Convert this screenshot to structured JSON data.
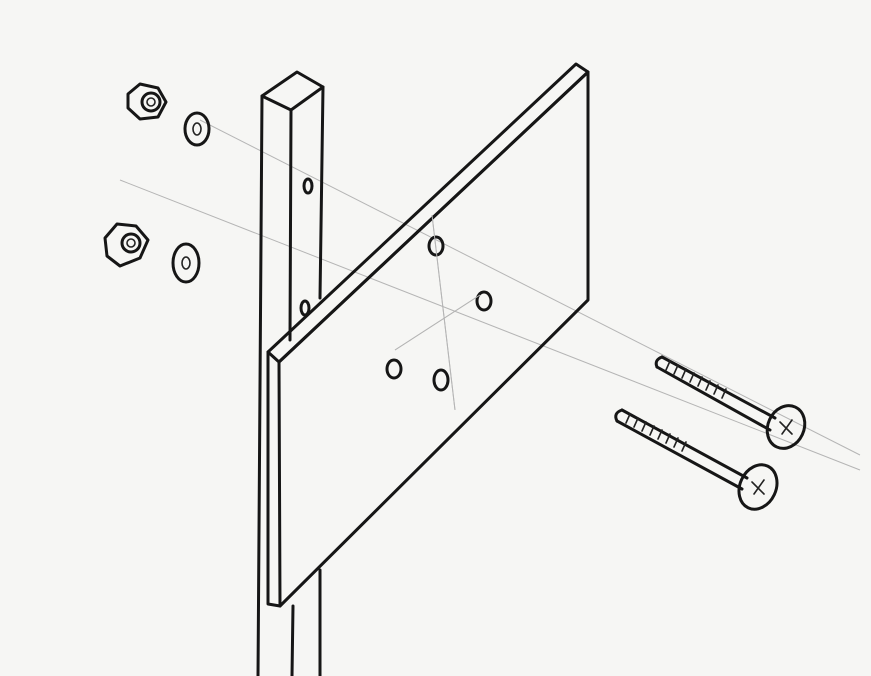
{
  "drawing": {
    "subject": "exploded-assembly-sketch",
    "parts": [
      "post",
      "plate",
      "nut",
      "nut",
      "washer",
      "washer",
      "carriage-bolt",
      "carriage-bolt"
    ],
    "colors": {
      "ink": "#161616",
      "paper": "#f6f6f4",
      "pencil": "#b5b5b5"
    }
  }
}
